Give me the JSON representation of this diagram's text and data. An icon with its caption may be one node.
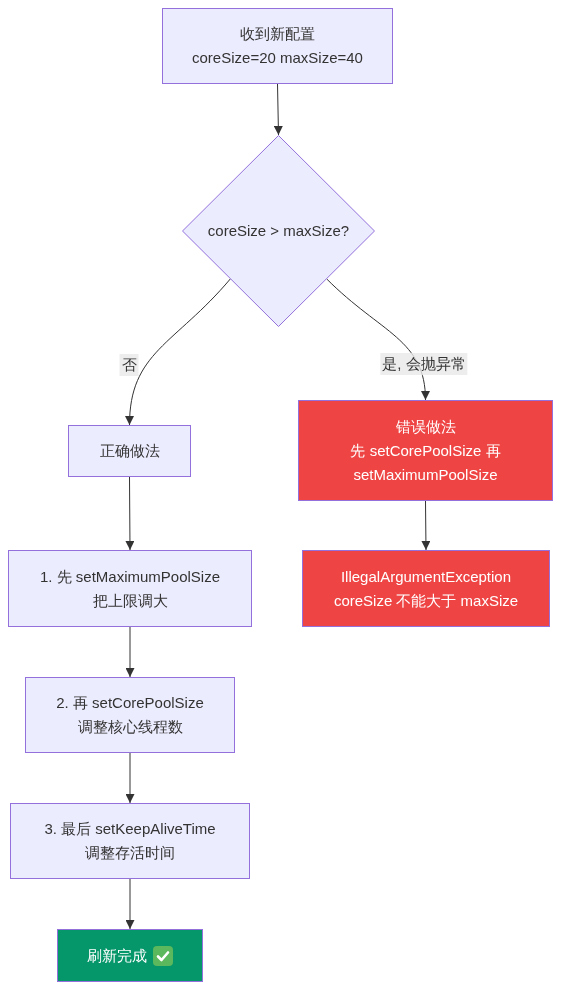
{
  "diagram": {
    "nodes": [
      {
        "text": [
          "收到新配置",
          "coreSize=20 maxSize=40"
        ]
      },
      {
        "text": [
          "coreSize > maxSize?"
        ]
      },
      {
        "text": [
          "正确做法"
        ]
      },
      {
        "text": [
          "错误做法",
          "先 setCorePoolSize 再 setMaximumPoolSize"
        ]
      },
      {
        "text": [
          "1. 先 setMaximumPoolSize",
          "把上限调大"
        ]
      },
      {
        "text": [
          "IllegalArgumentException",
          "coreSize 不能大于 maxSize"
        ]
      },
      {
        "text": [
          "2. 再 setCorePoolSize",
          "调整核心线程数"
        ]
      },
      {
        "text": [
          "3. 最后 setKeepAliveTime",
          "调整存活时间"
        ]
      },
      {
        "text": [
          "刷新完成"
        ]
      }
    ],
    "edges": [
      {
        "from": 0,
        "to": 1,
        "arrow": "to"
      },
      {
        "from": 1,
        "to": 2,
        "arrow": "to",
        "label": "否"
      },
      {
        "from": 1,
        "to": 3,
        "arrow": "to",
        "label": "是, 会抛异常"
      },
      {
        "from": 2,
        "to": 4,
        "arrow": "to"
      },
      {
        "from": 3,
        "to": 5,
        "arrow": "to"
      },
      {
        "from": 4,
        "to": 6,
        "arrow": "to"
      },
      {
        "from": 6,
        "to": 7,
        "arrow": "to"
      },
      {
        "from": 7,
        "to": 8,
        "arrow": "to"
      }
    ]
  }
}
